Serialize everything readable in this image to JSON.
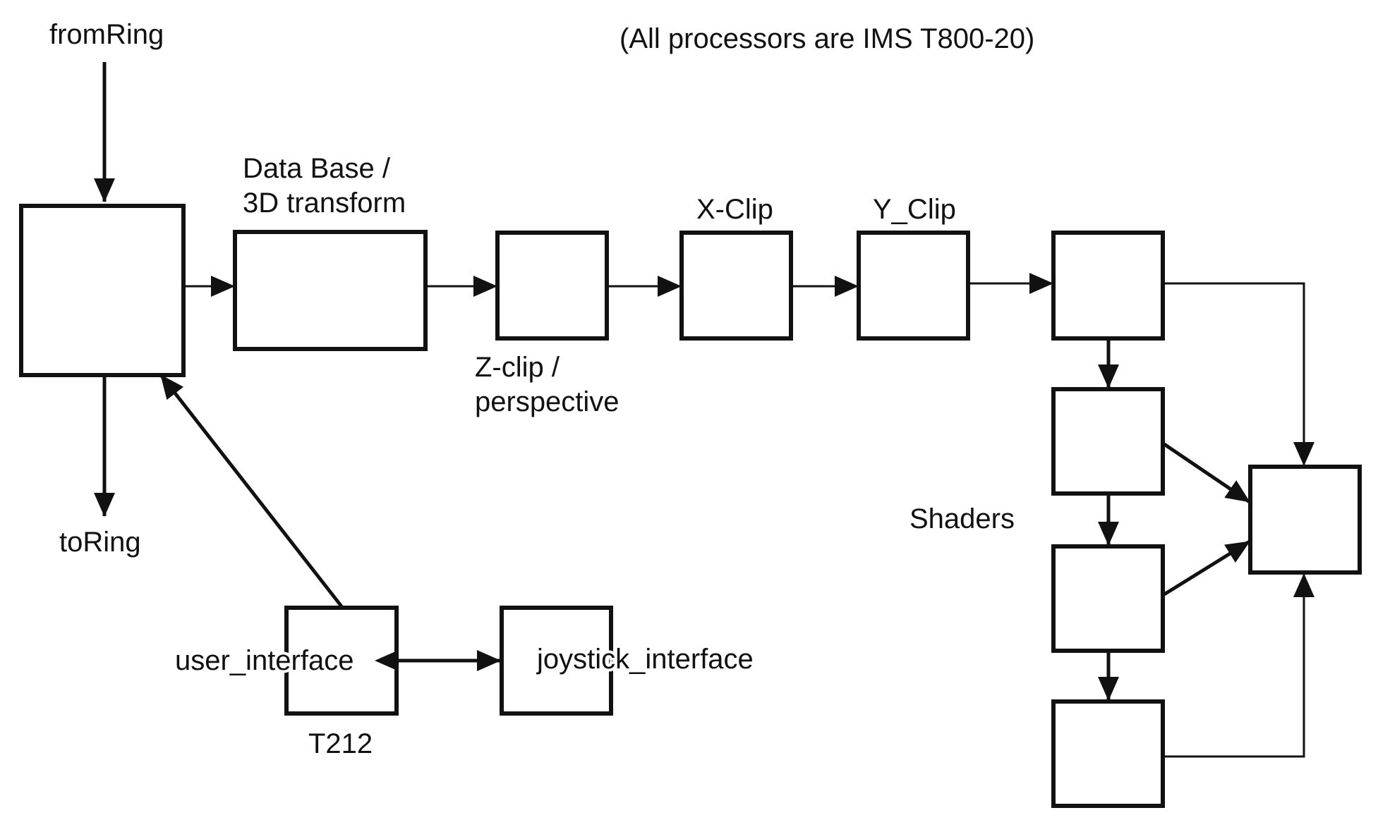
{
  "note": "(All processors are IMS T800-20)",
  "ring": {
    "from_label": "fromRing",
    "to_label": "toRing"
  },
  "stages": {
    "database": "Data Base /",
    "database_line2": "3D transform",
    "zclip": "Z-clip /",
    "zclip_line2": "perspective",
    "xclip": "X-Clip",
    "yclip": "Y_Clip"
  },
  "shaders_label": "Shaders",
  "interfaces": {
    "user": "user_interface",
    "user_chip": "T212",
    "joystick": "joystick_interface"
  },
  "colors": {
    "ink": "#111111",
    "background": "#ffffff"
  }
}
